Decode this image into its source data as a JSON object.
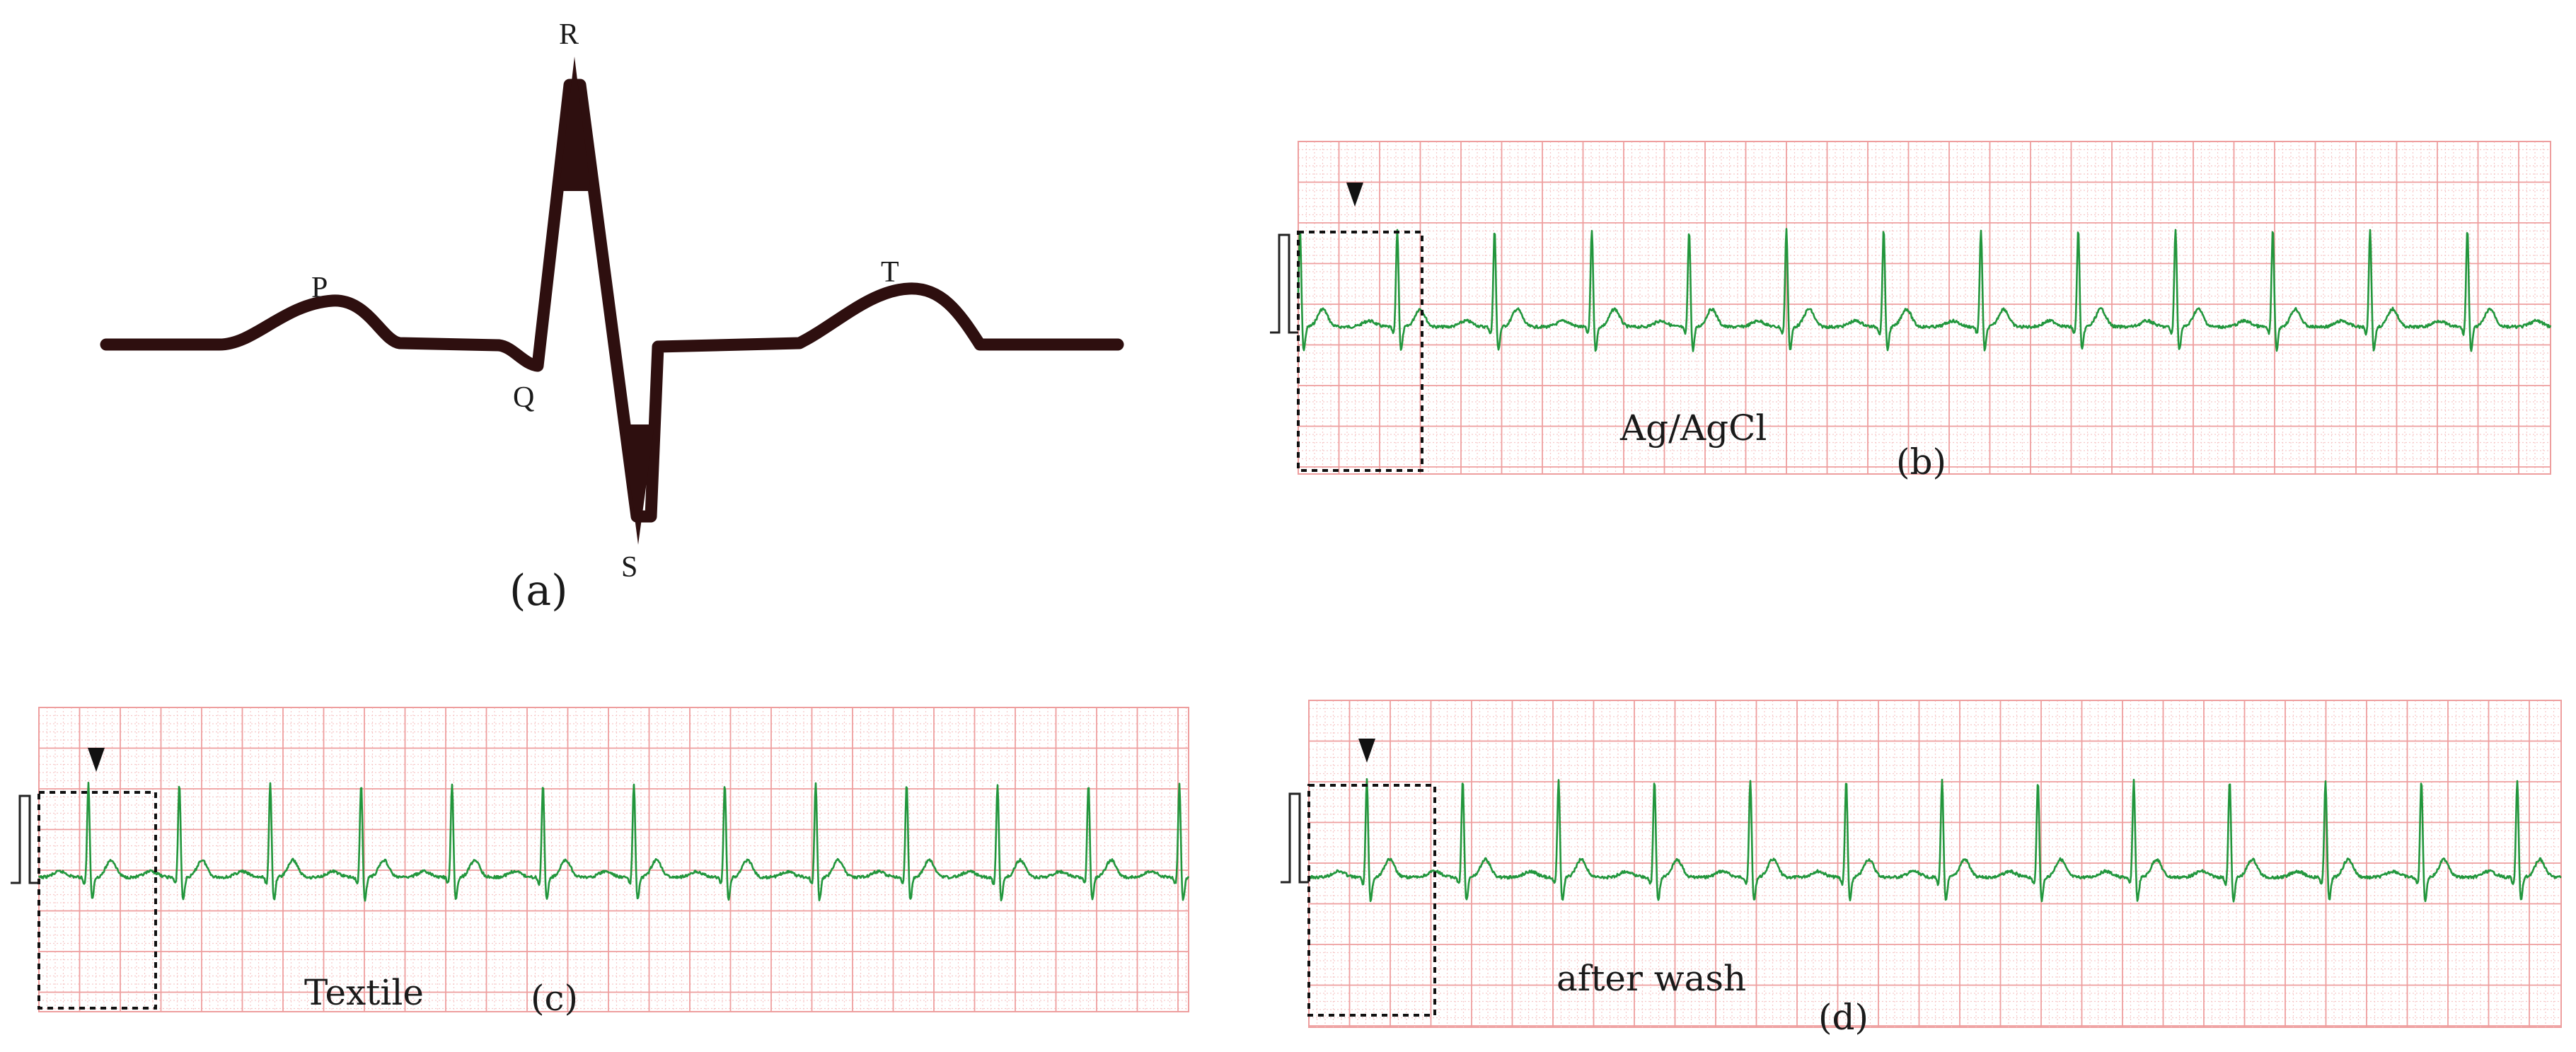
{
  "panel_a": {
    "caption": "(a)",
    "waves": {
      "p": "P",
      "q": "Q",
      "r": "R",
      "s": "S",
      "t": "T"
    }
  },
  "panel_b": {
    "caption": "(b)",
    "electrode_label": "Ag/AgCl"
  },
  "panel_c": {
    "caption": "(c)",
    "electrode_label": "Textile"
  },
  "panel_d": {
    "caption": "(d)",
    "electrode_label": "after wash"
  },
  "colors": {
    "ecg_trace": "#22963c",
    "grid_minor": "#f6c9c9",
    "grid_major": "#ee9e9e",
    "pqrst_wave": "#2e0f0f",
    "marker": "#111111"
  },
  "icons": {
    "beat_marker": "down-triangle-icon",
    "calibration": "calibration-pulse-icon"
  }
}
